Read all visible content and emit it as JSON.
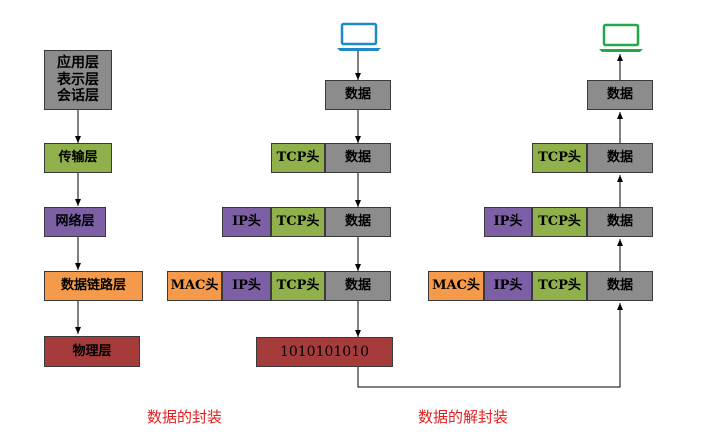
{
  "layers": {
    "upper": "应用层\n表示层\n会话层",
    "transport": "传输层",
    "network": "网络层",
    "datalink": "数据链路层",
    "physical": "物理层"
  },
  "encapsulation": {
    "data": "数据",
    "tcp_header": "TCP头",
    "ip_header": "IP头",
    "mac_header": "MAC头",
    "bits": "1010101010",
    "caption": "数据的封装"
  },
  "decapsulation": {
    "data": "数据",
    "tcp_header": "TCP头",
    "ip_header": "IP头",
    "mac_header": "MAC头",
    "caption": "数据的解封装"
  },
  "colors": {
    "data": "#8c8c8c",
    "tcp": "#8fb04a",
    "ip": "#7d5fa5",
    "mac": "#f59a4a",
    "physical": "#a53b3b",
    "sender_laptop": "#1e88c8",
    "receiver_laptop": "#22a84a",
    "caption": "#e02020"
  },
  "icons": [
    "laptop-icon-sender",
    "laptop-icon-receiver"
  ]
}
